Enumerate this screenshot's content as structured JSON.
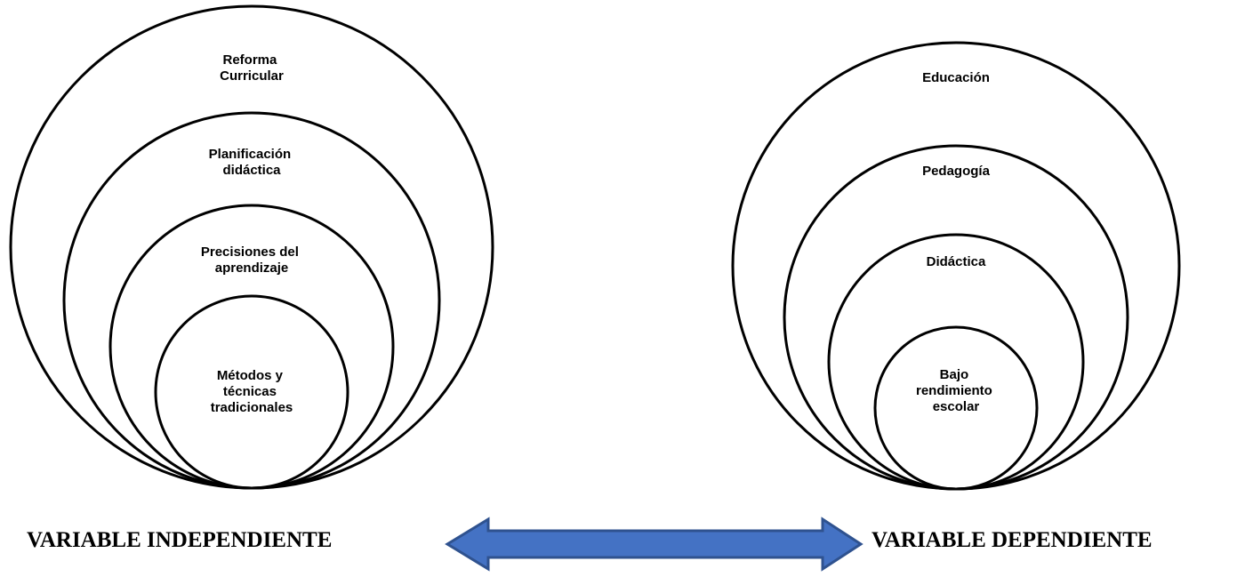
{
  "left_diagram": {
    "circles": [
      {
        "lines": [
          "Reforma",
          "Curricular"
        ]
      },
      {
        "lines": [
          "Planificación",
          "didáctica"
        ]
      },
      {
        "lines": [
          "Precisiones del",
          "aprendizaje"
        ]
      },
      {
        "lines": [
          "Métodos y",
          "técnicas",
          "tradicionales"
        ]
      }
    ]
  },
  "right_diagram": {
    "circles": [
      {
        "lines": [
          "Educación"
        ]
      },
      {
        "lines": [
          "Pedagogía"
        ]
      },
      {
        "lines": [
          "Didáctica"
        ]
      },
      {
        "lines": [
          "Bajo",
          "rendimiento",
          "escolar"
        ]
      }
    ]
  },
  "labels": {
    "independent": "VARIABLE INDEPENDIENTE",
    "dependent": "VARIABLE DEPENDIENTE"
  },
  "colors": {
    "arrow_fill": "#4472C4",
    "arrow_stroke": "#2F528F",
    "stroke": "#000000"
  },
  "icons": {
    "arrow": "double-headed-arrow-icon"
  }
}
